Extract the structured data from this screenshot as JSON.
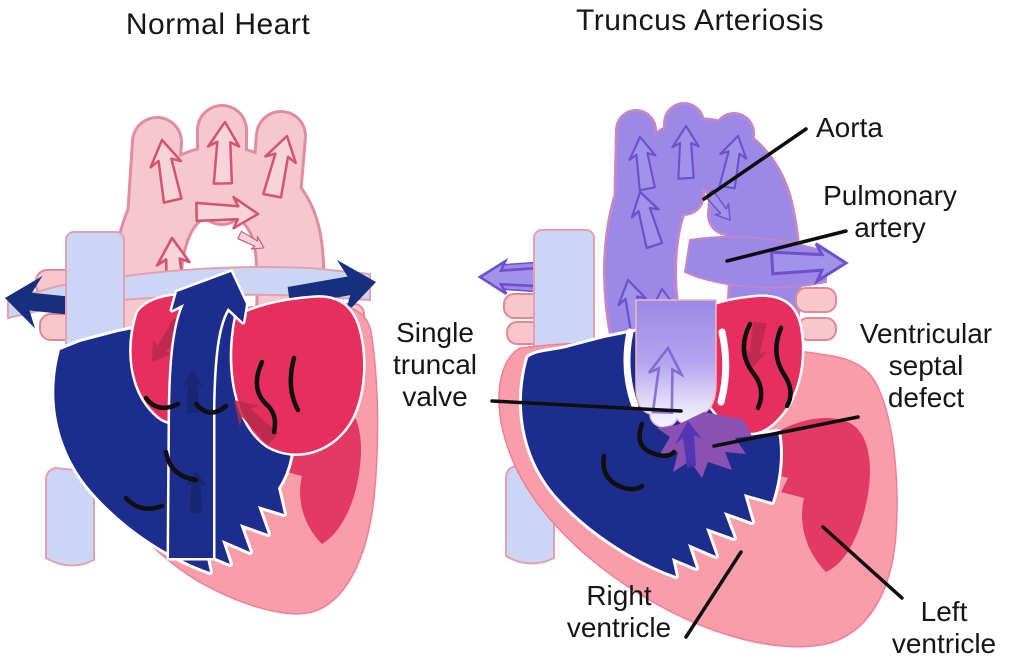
{
  "figure": {
    "type": "medical-anatomy-comparison",
    "subject": "Congenital heart defect: truncus arteriosus vs normal heart"
  },
  "panels": {
    "normal": {
      "title": "Normal Heart"
    },
    "truncus": {
      "title": "Truncus Arteriosis"
    }
  },
  "annotations": {
    "aorta": {
      "text": "Aorta"
    },
    "pulmonary_artery": {
      "text": "Pulmonary\nartery"
    },
    "single_truncal_valve": {
      "text": "Single\ntruncal\nvalve"
    },
    "ventricular_septal_defect": {
      "text": "Ventricular\nseptal\ndefect"
    },
    "right_ventricle": {
      "text": "Right\nventricle"
    },
    "left_ventricle": {
      "text": "Left\nventricle"
    }
  },
  "colors": {
    "background": "#ffffff",
    "label_text": "#161616",
    "annotation_line": "#0e0e0e",
    "aorta_pink": "#f5c7cf",
    "aorta_outline": "#e18da0",
    "flow_arrow_pink": "#f7d3da",
    "flow_arrow_pink_stroke": "#d6536f",
    "deoxygenated_navy": "#1d2d8d",
    "oxygenated_crimson": "#e62f5e",
    "ventricle_interior_crimson": "#e23a63",
    "heart_outer_pink": "#f99dab",
    "vena_cava_light_blue": "#cbd6f6",
    "mixed_blood_purple": "#9c88e6",
    "purple_arrow_stroke": "#6e50cc",
    "truncal_valve_lavender": "#f2effd",
    "vsd_purple": "#8b51b2",
    "vsd_arrow_dark_purple": "#4d33b4"
  }
}
